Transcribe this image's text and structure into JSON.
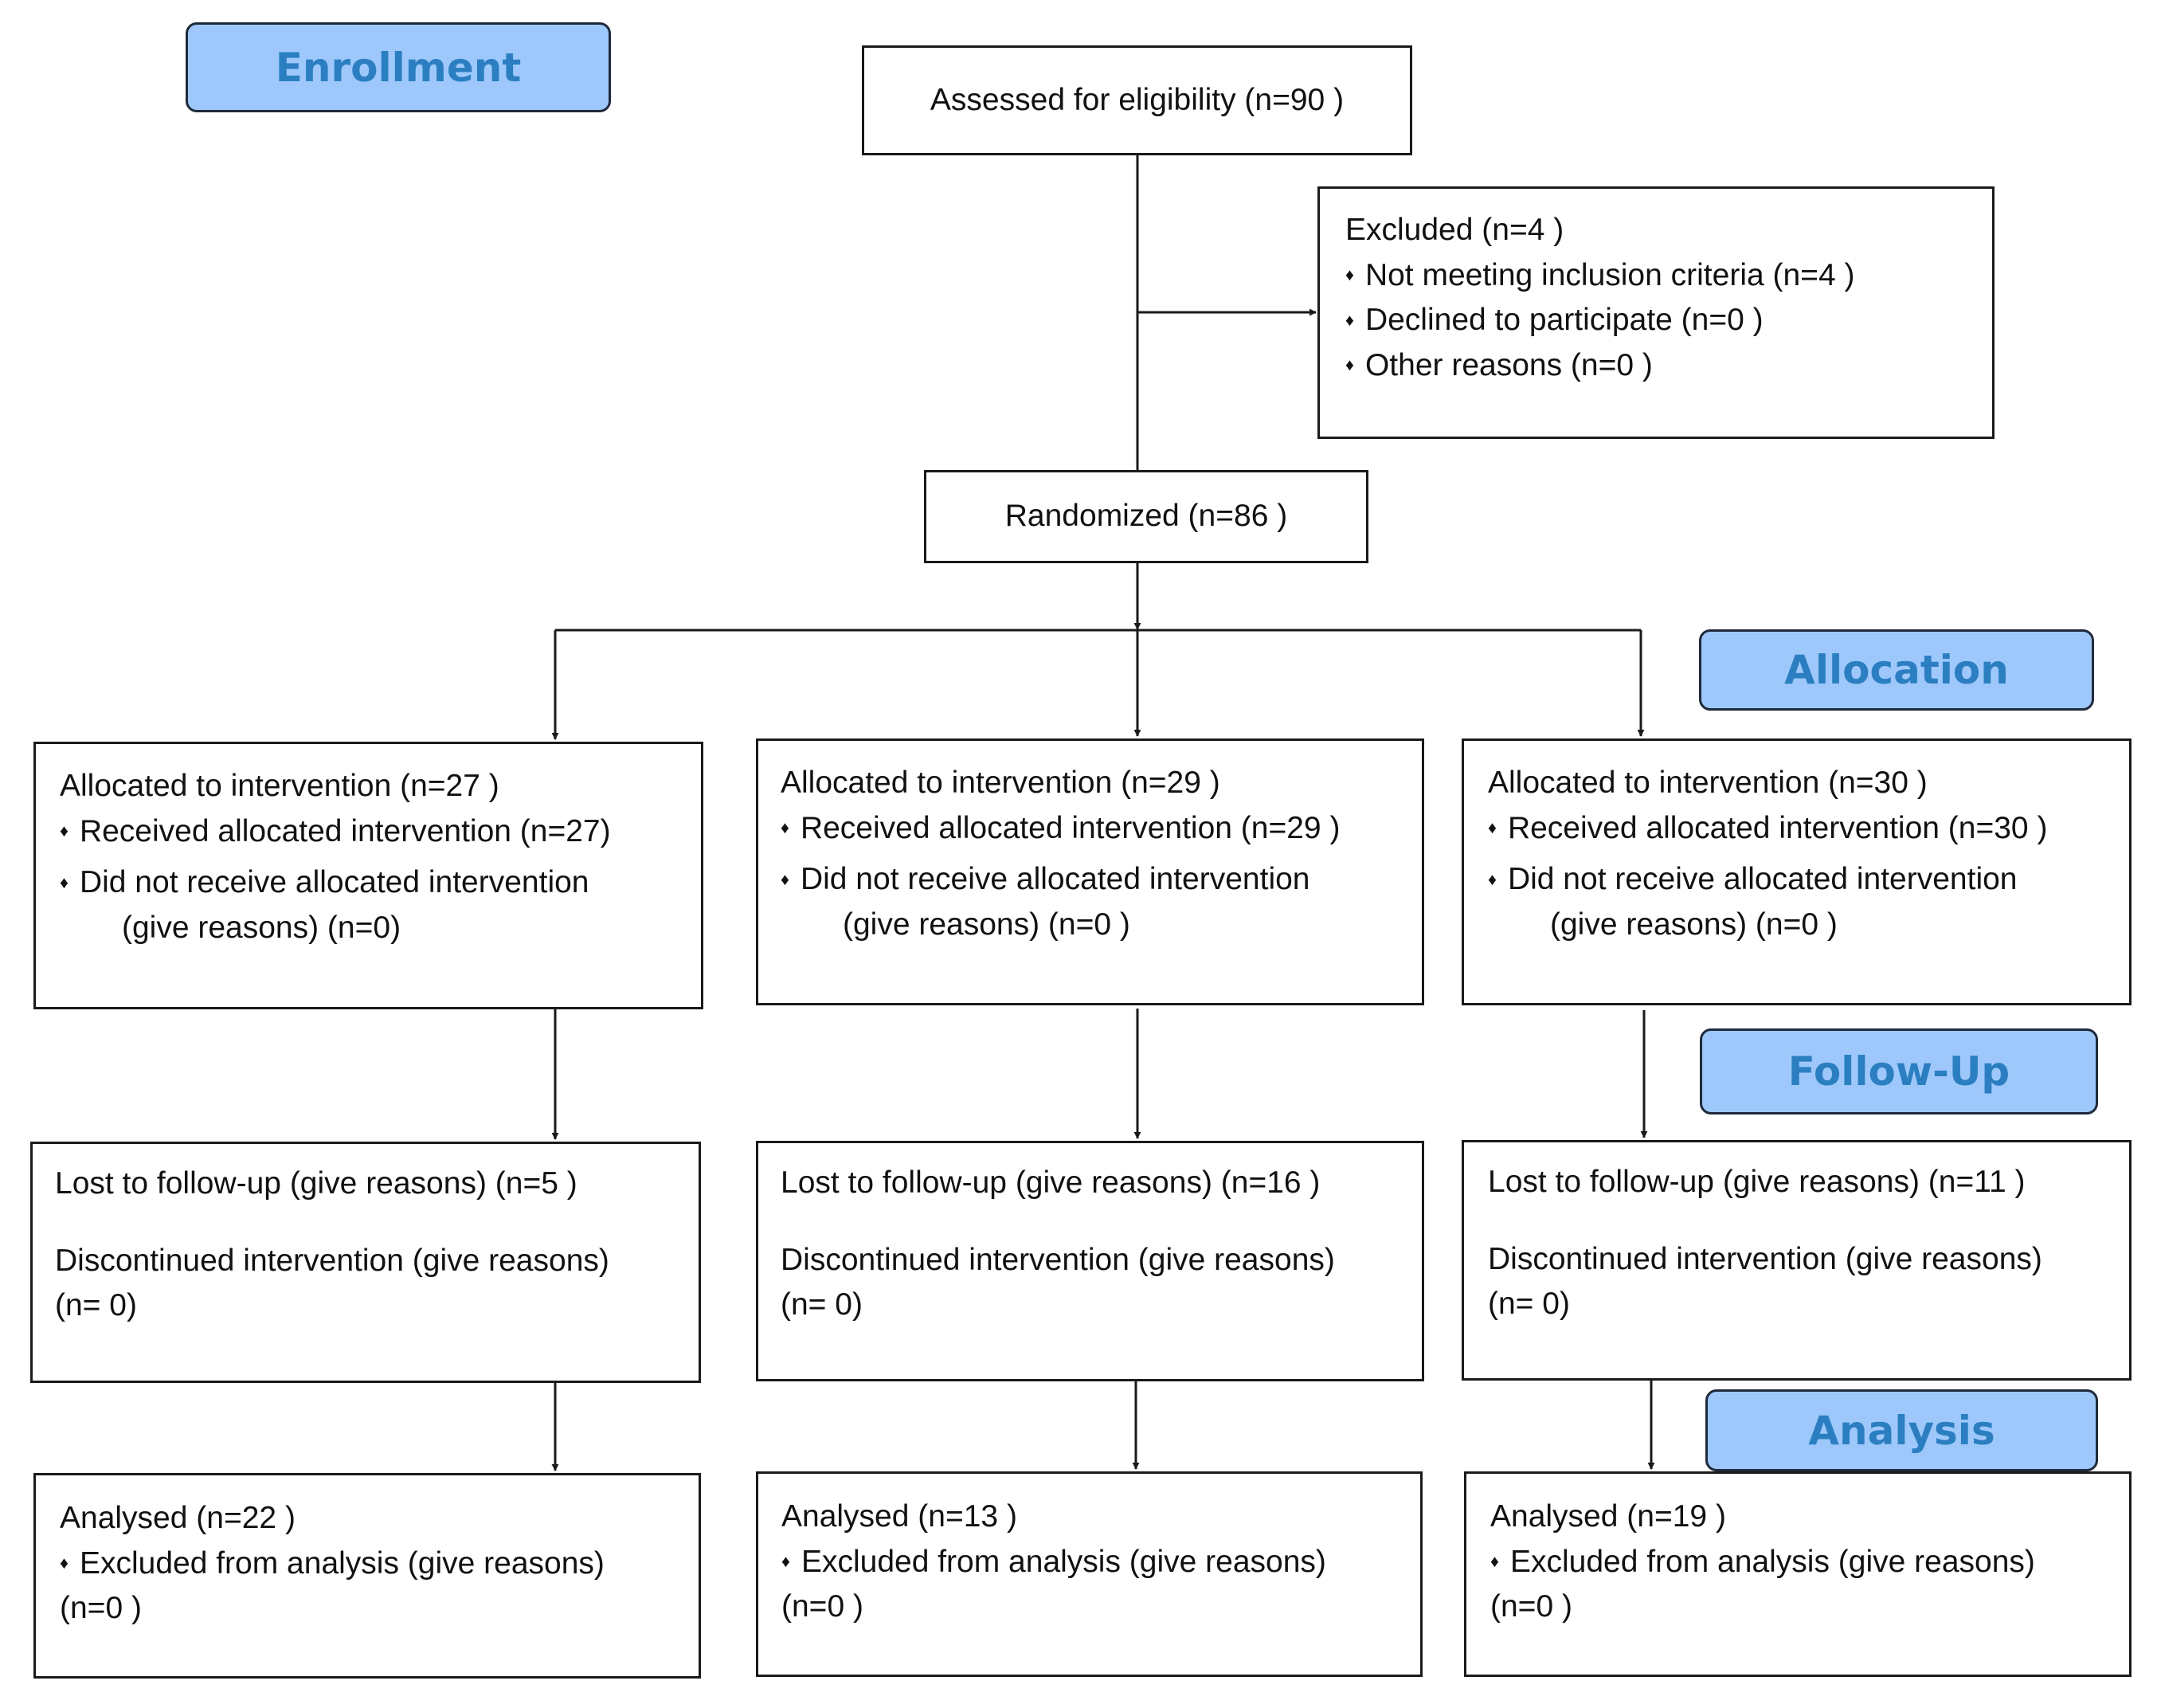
{
  "stages": {
    "enrollment": "Enrollment",
    "allocation": "Allocation",
    "follow_up": "Follow-Up",
    "analysis": "Analysis"
  },
  "assessed": "Assessed for eligibility (n=90 )",
  "excluded": {
    "title": "Excluded  (n=4   )",
    "items": [
      "Not meeting inclusion criteria (n=4  )",
      "Declined to participate (n=0 )",
      "Other reasons (n=0 )"
    ]
  },
  "randomized": "Randomized (n=86 )",
  "arms": [
    {
      "allocated": "Allocated to intervention (n=27 )",
      "received": "Received allocated intervention (n=27)",
      "not_received": "Did not receive allocated intervention",
      "not_received_reason": "(give reasons) (n=0)",
      "lost": "Lost to follow-up (give reasons) (n=5 )",
      "discontinued": "Discontinued intervention (give reasons)",
      "discontinued_n": "(n= 0)",
      "analysed": "Analysed  (n=22 )",
      "excluded": "Excluded from analysis (give reasons)",
      "excluded_n": "(n=0 )"
    },
    {
      "allocated": "Allocated to intervention (n=29 )",
      "received": "Received allocated intervention (n=29 )",
      "not_received": "Did not receive allocated intervention",
      "not_received_reason": "(give reasons) (n=0 )",
      "lost": "Lost to follow-up (give reasons) (n=16 )",
      "discontinued": "Discontinued intervention (give reasons)",
      "discontinued_n": "(n= 0)",
      "analysed": "Analysed  (n=13 )",
      "excluded": "Excluded from analysis (give reasons)",
      "excluded_n": "(n=0 )"
    },
    {
      "allocated": "Allocated to intervention (n=30 )",
      "received": "Received allocated intervention (n=30  )",
      "not_received": "Did not receive allocated intervention",
      "not_received_reason": "(give reasons) (n=0 )",
      "lost": "Lost to follow-up (give reasons) (n=11 )",
      "discontinued": "Discontinued intervention (give reasons)",
      "discontinued_n": "(n= 0)",
      "analysed": "Analysed  (n=19 )",
      "excluded": "Excluded from analysis (give reasons)",
      "excluded_n": "(n=0 )"
    }
  ]
}
